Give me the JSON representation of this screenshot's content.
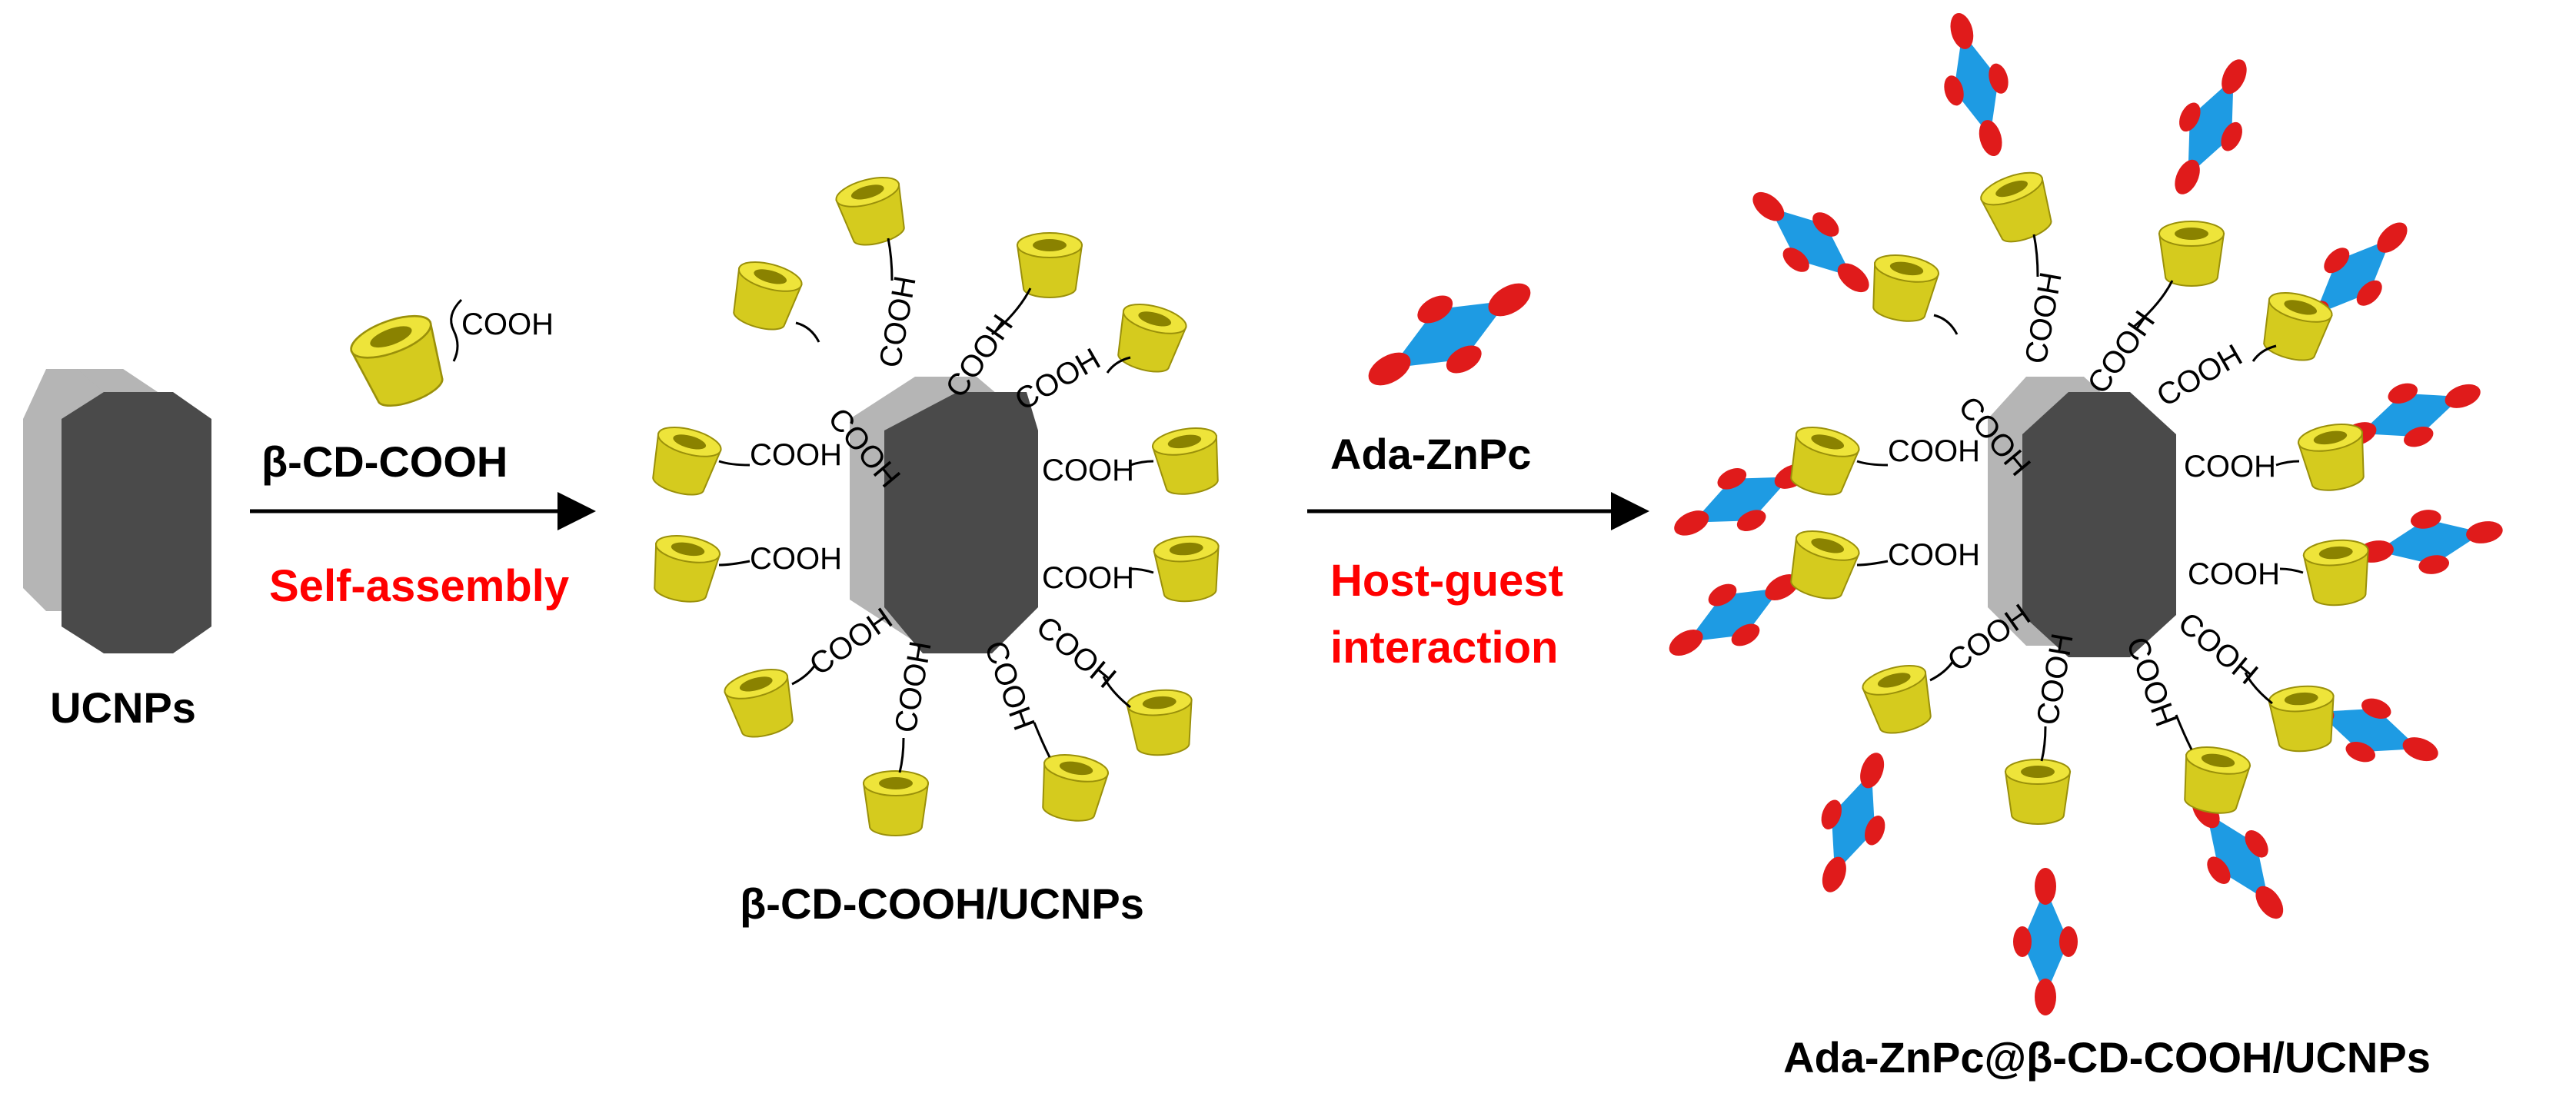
{
  "labels": {
    "ucnps": "UCNPs",
    "step1_reagent": "β-CD-COOH",
    "step1_reagent_small": "COOH",
    "step1_process": "Self-assembly",
    "intermediate": "β-CD-COOH/UCNPs",
    "step2_reagent": "Ada-ZnPc",
    "step2_process_line1": "Host-guest",
    "step2_process_line2": "interaction",
    "final": "Ada-ZnPc@β-CD-COOH/UCNPs",
    "linker": "COOH"
  },
  "colors": {
    "hex_front": "#4a4a4a",
    "hex_back": "#b5b5b5",
    "cd_yellow": "#e3d928",
    "cd_dark": "#b8ad12",
    "cd_hole": "#7a7300",
    "znpc_blue": "#1e9be3",
    "znpc_red": "#e01b1b",
    "process_text": "#ff0000",
    "arrow": "#000000"
  },
  "icons": {
    "nanoparticle": "hexagonal-prism-icon",
    "cyclodextrin": "truncated-cone-ring-icon",
    "phthalocyanine": "blue-diamond-red-ellipses-icon",
    "reaction_arrow": "right-arrow-icon"
  }
}
